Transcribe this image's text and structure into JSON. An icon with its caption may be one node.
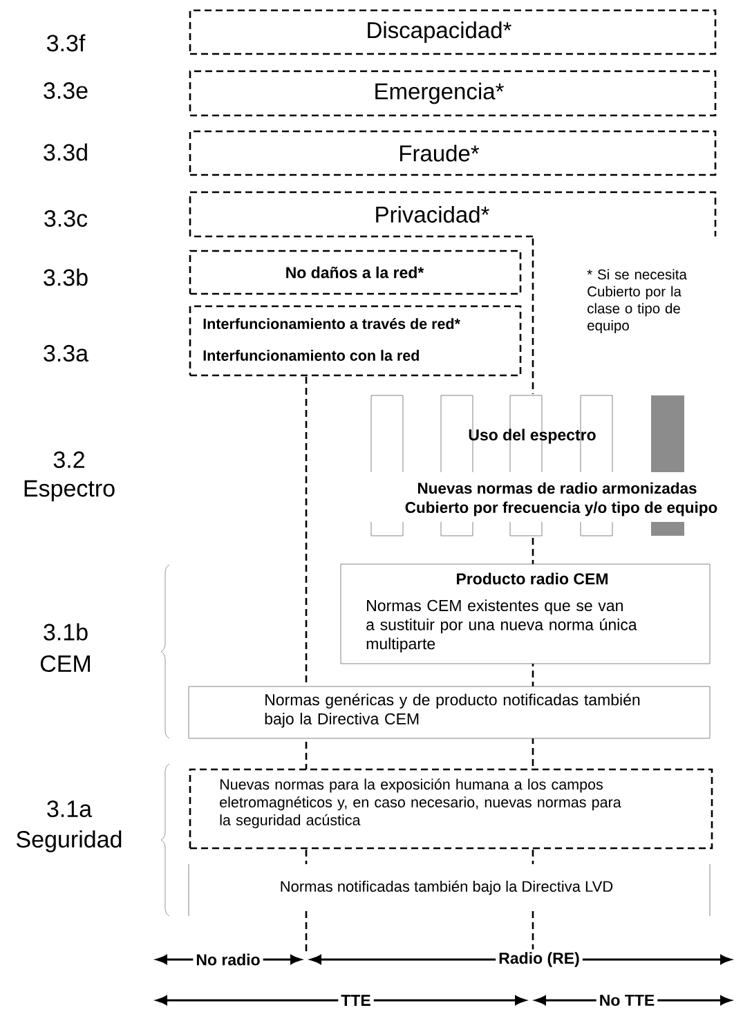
{
  "diagram": {
    "nodes": [
      {
        "text": [
          "Discapacidad*"
        ]
      },
      {
        "text": [
          "Emergencia*"
        ]
      },
      {
        "text": [
          "Fraude*"
        ]
      },
      {
        "text": [
          "Privacidad*"
        ]
      },
      {
        "text": [
          "No daños a la red*"
        ]
      },
      {
        "text": [
          "Interfuncionamiento a través de red*",
          "Interfuncionamiento con la red"
        ]
      },
      {
        "text": [
          "Uso del espectro",
          "Nuevas normas de radio armonizadas",
          "Cubierto por frecuencia y/o tipo de equipo"
        ]
      },
      {
        "text": [
          "Producto radio CEM",
          "Normas CEM existentes que se van a sustituir por una nueva norma única multiparte"
        ]
      },
      {
        "text": [
          "Normas genéricas y de producto notificadas también bajo la Directiva CEM"
        ]
      },
      {
        "text": [
          "Nuevas normas para la exposición humana a los campos eletromagnéticos y, en caso necesario, nuevas normas para la seguridad acústica"
        ]
      },
      {
        "text": [
          "Normas notificadas también bajo la Directiva LVD"
        ]
      }
    ],
    "labels": [
      "3.3f",
      "3.3e",
      "3.3d",
      "3.3c",
      "3.3b",
      "* Si se necesita Cubierto por la clase o tipo de equipo",
      "3.3a",
      "3.2",
      "Espectro",
      "3.1b",
      "CEM",
      "3.1a",
      "Seguridad",
      "No radio",
      "Radio (RE)",
      "TTE",
      "No TTE"
    ]
  }
}
